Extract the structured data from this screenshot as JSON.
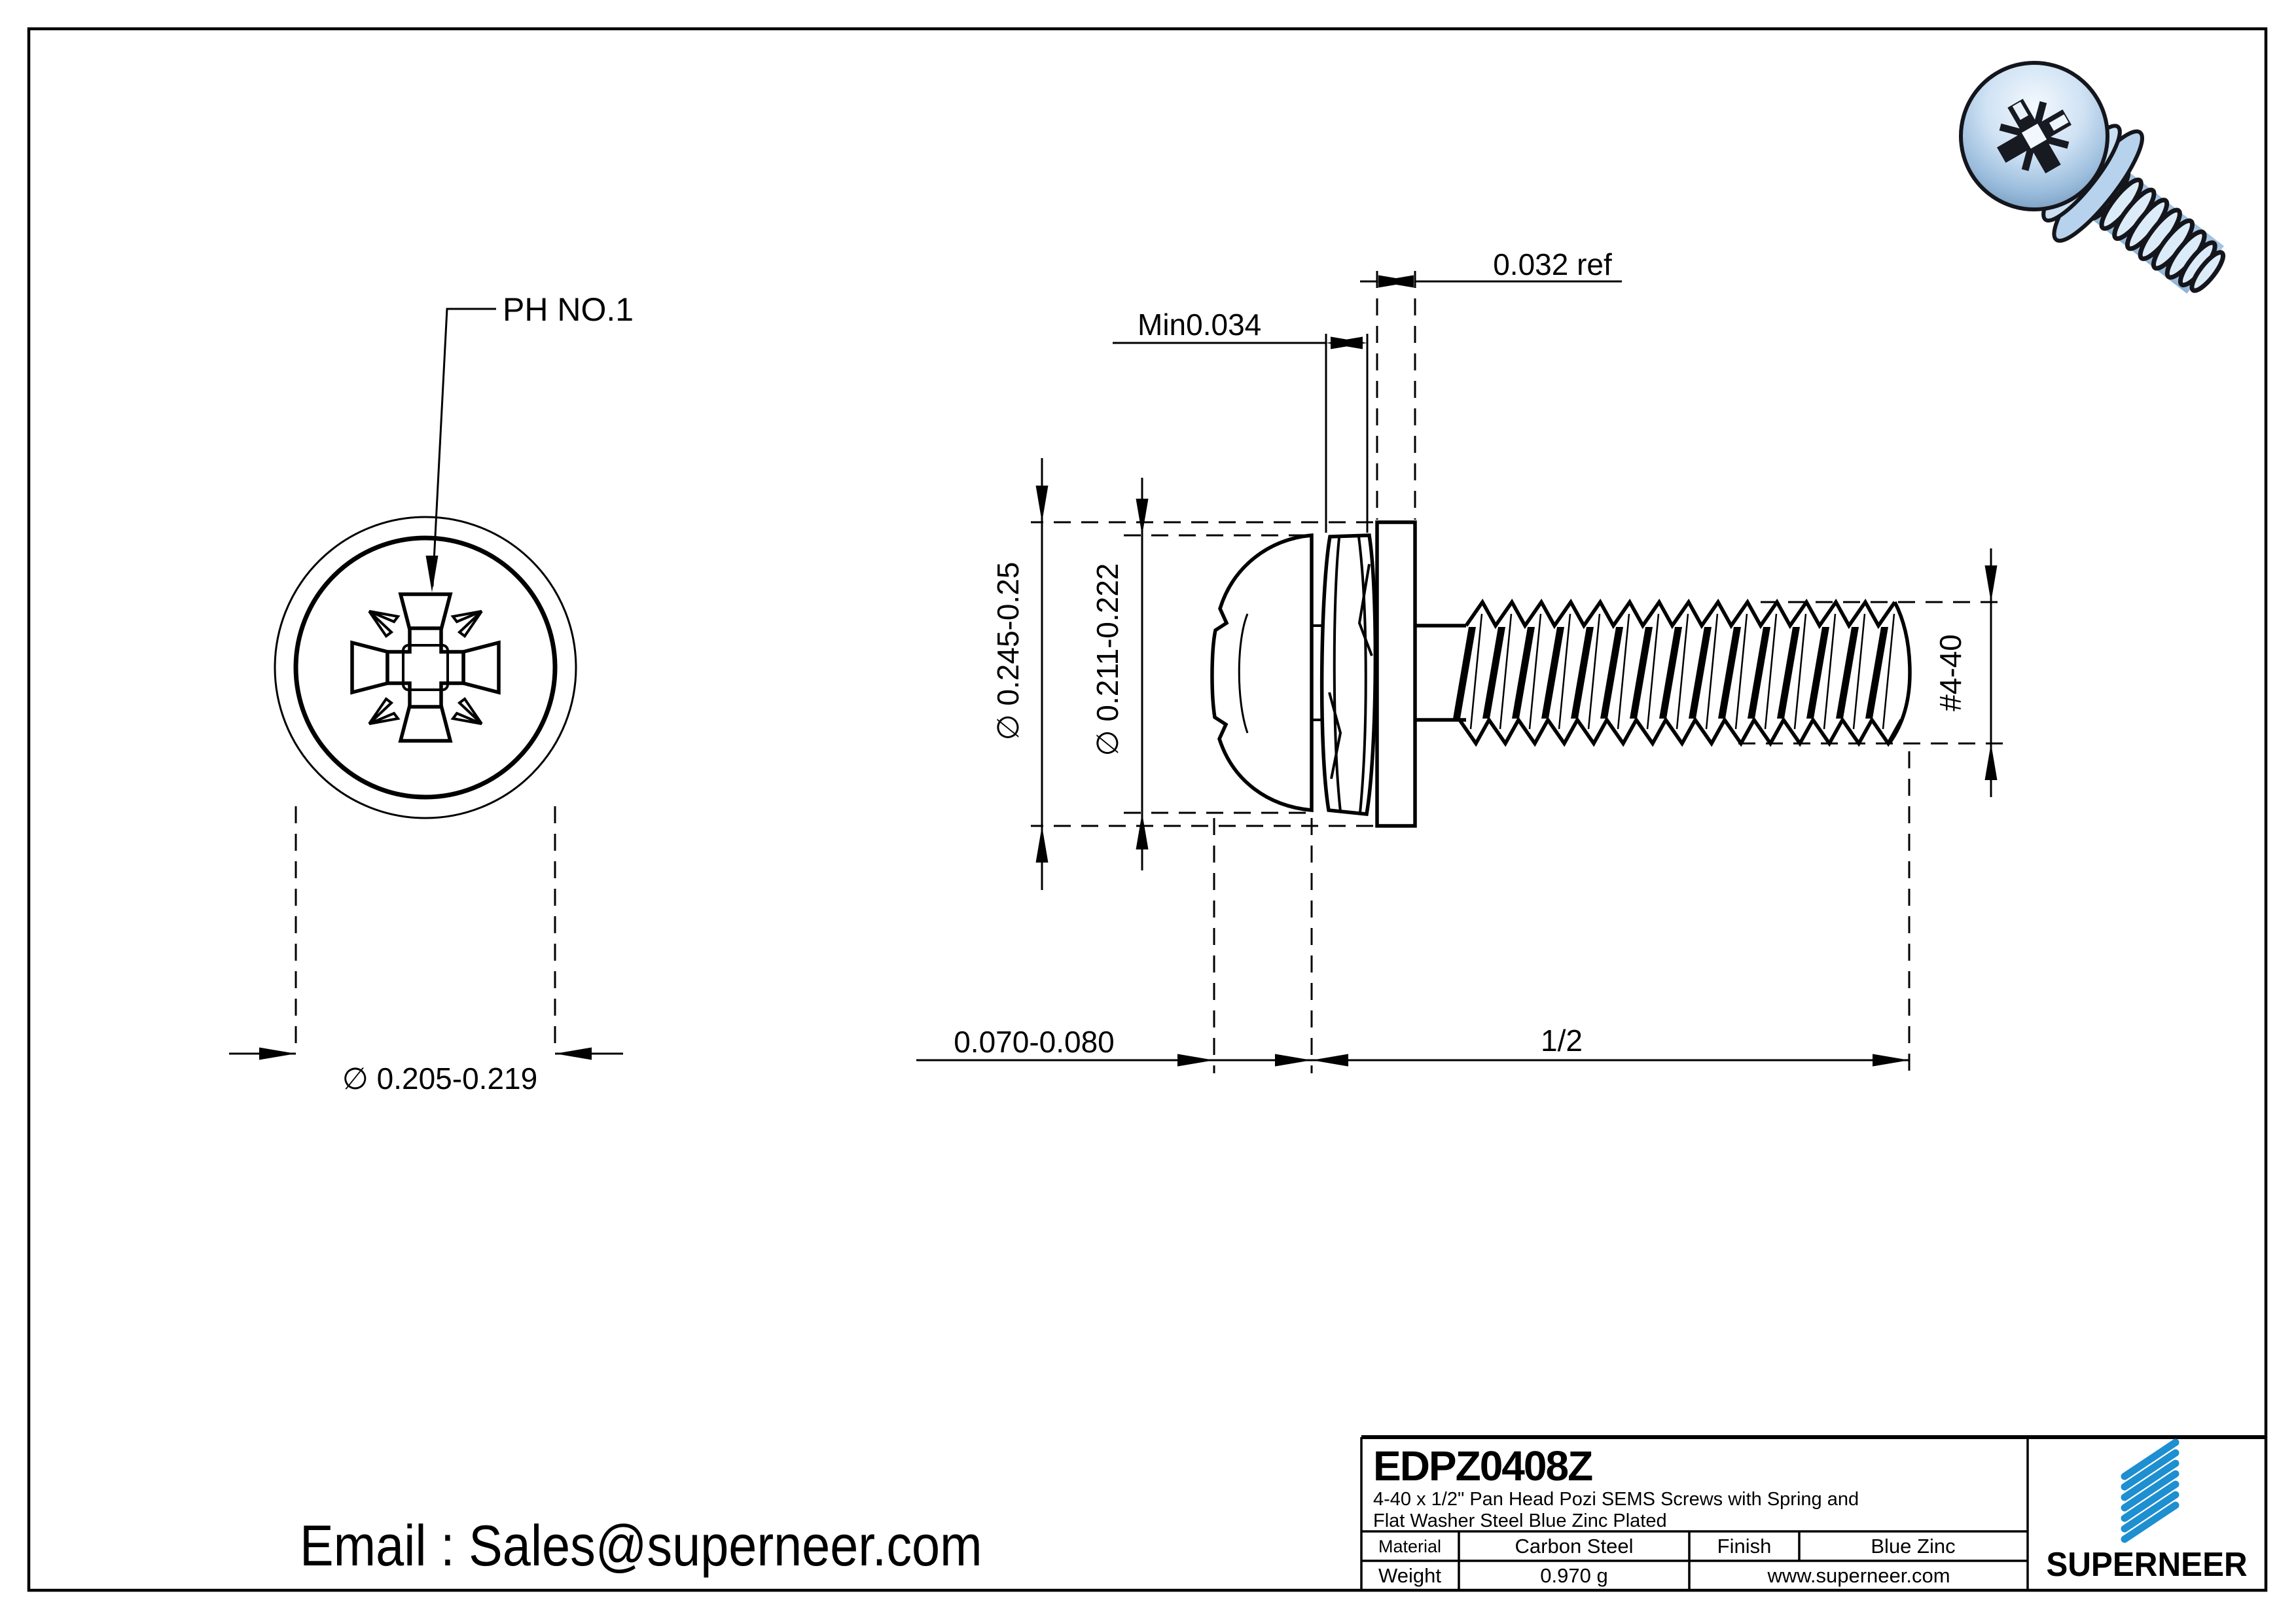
{
  "page": {
    "background": "#ffffff",
    "border_color": "#000000"
  },
  "front_view": {
    "drive_label": "PH NO.1",
    "head_dia_label": "∅ 0.205-0.219"
  },
  "side_view": {
    "washer_thickness_label": "0.032 ref",
    "spring_washer_label": "Min0.034",
    "washer_od_label": "∅ 0.245-0.25",
    "head_od_label": "∅ 0.211-0.222",
    "thread_label": "#4-40",
    "head_height_label": "0.070-0.080",
    "length_label": "1/2"
  },
  "footer": {
    "email": "Email : Sales@superneer.com"
  },
  "title_block": {
    "part_number": "EDPZ0408Z",
    "description_line1": "4-40 x 1/2\" Pan Head Pozi SEMS Screws with Spring and",
    "description_line2": "Flat Washer Steel Blue Zinc Plated",
    "material_label": "Material",
    "material_value": "Carbon Steel",
    "finish_label": "Finish",
    "finish_value": "Blue Zinc",
    "weight_label": "Weight",
    "weight_value": "0.970 g",
    "website": "www.superneer.com",
    "brand": "SUPERNEER",
    "brand_color": "#1e8fd0",
    "link_color": "#2e9bd6"
  }
}
